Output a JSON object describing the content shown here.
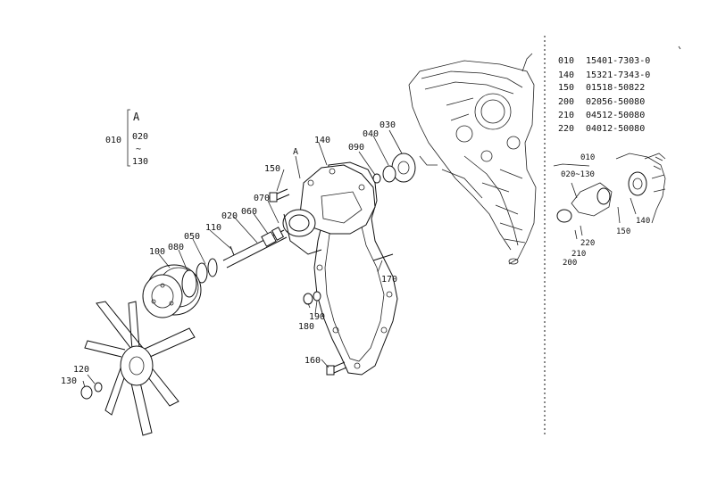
{
  "parts_list": [
    {
      "ref": "010",
      "part_no": "15401-7303-0"
    },
    {
      "ref": "140",
      "part_no": "15321-7343-0"
    },
    {
      "ref": "150",
      "part_no": "01518-50822"
    },
    {
      "ref": "200",
      "part_no": "02056-50080"
    },
    {
      "ref": "210",
      "part_no": "04512-50080"
    },
    {
      "ref": "220",
      "part_no": "04012-50080"
    }
  ],
  "assembly_bracket": {
    "main": "010",
    "letter": "A",
    "from": "020",
    "tilde": "~",
    "to": "130"
  },
  "callouts": {
    "c020": "020",
    "c030": "030",
    "c040": "040",
    "c050": "050",
    "c060": "060",
    "c070": "070",
    "c080": "080",
    "c090": "090",
    "c100": "100",
    "c110": "110",
    "c120": "120",
    "c130": "130",
    "c140": "140",
    "c150": "150",
    "c160": "160",
    "c170": "170",
    "c180": "180",
    "c190": "190",
    "cA": "A"
  },
  "inset": {
    "c010": "010",
    "c020_130": "020~130",
    "c140": "140",
    "c150": "150",
    "c200": "200",
    "c210": "210",
    "c220": "220"
  }
}
